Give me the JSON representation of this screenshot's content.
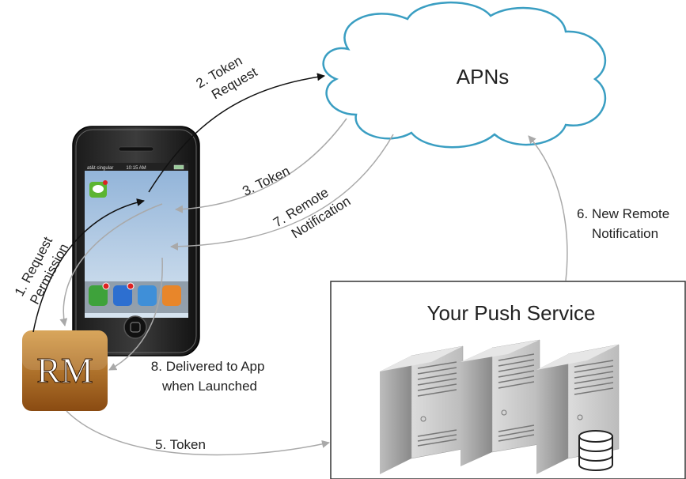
{
  "nodes": {
    "cloud_label": "APNs",
    "service_label": "Your Push Service",
    "app_icon_text": "RM",
    "phone_status": {
      "carrier": "at&t cingular",
      "time": "10:15 AM"
    }
  },
  "edges": {
    "request_permission": [
      "1. Request",
      "Permission"
    ],
    "token_request": [
      "2. Token",
      "Request"
    ],
    "token": "3. Token",
    "token_forward": "5. Token",
    "new_remote_notification": [
      "6. New Remote",
      "Notification"
    ],
    "remote_notification": [
      "7. Remote",
      "Notification"
    ],
    "delivered_to_app": [
      "8. Delivered to App",
      "when Launched"
    ]
  },
  "colors": {
    "cloud_fill": "#ffffff",
    "cloud_stroke": "#3a9ec2",
    "arrow_dark": "#111111",
    "arrow_light": "#a9a9a9",
    "icon_gradient_top": "#c9923a",
    "icon_gradient_bottom": "#8a4b12"
  }
}
